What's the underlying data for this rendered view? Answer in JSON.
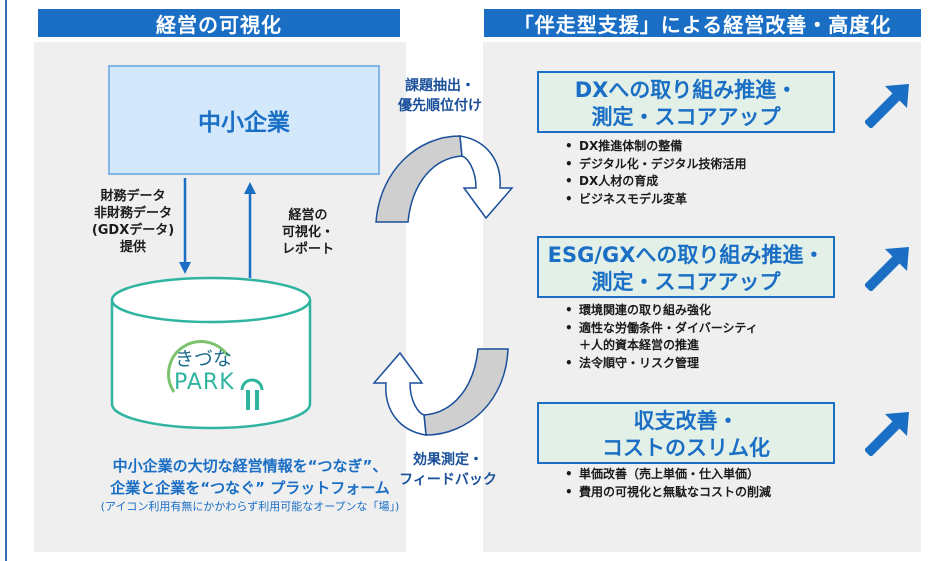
{
  "left_header": "経営の可視化",
  "right_header": "「伴走型支援」による経営改善・高度化",
  "company_label": "中小企業",
  "down_arrow_label": [
    "財務データ",
    "非財務データ",
    "(GDXデータ)",
    "提供"
  ],
  "up_arrow_label": [
    "経営の",
    "可視化・",
    "レポート"
  ],
  "platform_logo": {
    "line1": "きづな",
    "line2": "PARK"
  },
  "tagline": {
    "line1": "中小企業の大切な経営情報を“つなぎ”、",
    "line2": "企業と企業を“つなぐ” プラットフォーム",
    "note": "(アイコン利用有無にかかわらず利用可能なオープンな「場」)"
  },
  "cycle_top_label": [
    "課題抽出・",
    "優先順位付け"
  ],
  "cycle_bottom_label": [
    "効果測定・",
    "フィードバック"
  ],
  "themes": [
    {
      "line1": "DXへの取り組み推進・",
      "line2": "測定・スコアアップ",
      "bullets": [
        "DX推進体制の整備",
        "デジタル化・デジタル技術活用",
        "DX人材の育成",
        "ビジネスモデル変革"
      ]
    },
    {
      "line1": "ESG/GXへの取り組み推進・",
      "line2": "測定・スコアアップ",
      "bullets": [
        "環境関連の取り組み強化",
        "適性な労働条件・ダイバーシティ",
        "＋人的資本経営の推進",
        "法令順守・リスク管理"
      ]
    },
    {
      "line1": "収支改善・",
      "line2": "コストのスリム化",
      "bullets": [
        "単価改善（売上単価・仕入単価）",
        "費用の可視化と無駄なコストの削減"
      ]
    }
  ],
  "colors": {
    "header_blue": "#1a6fc5",
    "theme_fill": "#e2f0e8",
    "company_fill": "#d3e9fb",
    "panel_gray": "#efefef"
  }
}
